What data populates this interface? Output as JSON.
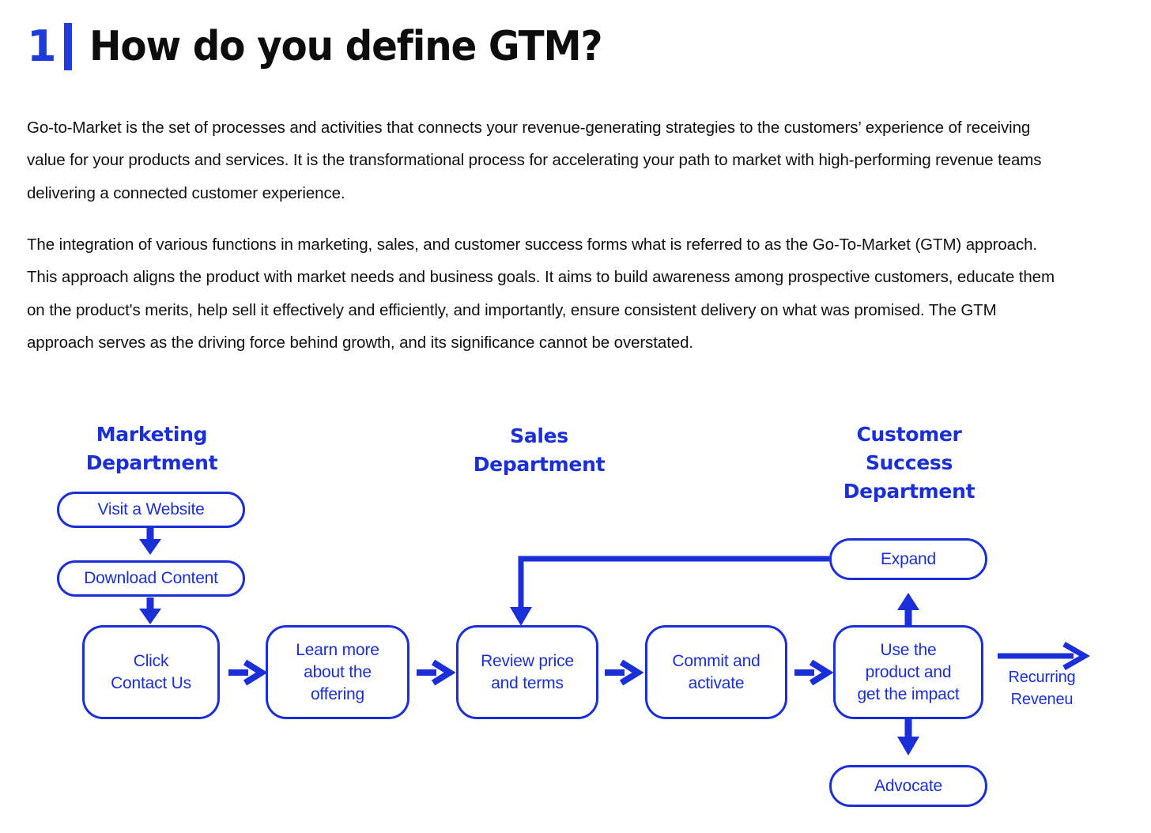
{
  "heading": {
    "number": "1",
    "title": "How do you define GTM?"
  },
  "colors": {
    "accent_blue": "#1f3cdb",
    "diagram_blue": "#1a2fd8",
    "text_black": "#111111",
    "background": "#ffffff"
  },
  "paragraphs": {
    "p1": "Go-to-Market is the set of processes and activities that connects your revenue-generating strategies to the customers’ experience of receiving value for your products and services. It is the transformational process for accelerating your path to market with high-performing revenue teams delivering a connected customer experience.",
    "p2": "The integration of various functions in marketing, sales, and customer success forms what is referred to as the Go-To-Market (GTM) approach. This approach aligns the product with market needs and business goals. It aims to build awareness among prospective customers, educate them on the product's merits, help sell it effectively and efficiently, and importantly, ensure consistent delivery on what was promised. The GTM approach serves as the driving force behind growth, and its significance cannot be overstated."
  },
  "diagram": {
    "departments": [
      {
        "id": "marketing",
        "label": "Marketing\nDepartment"
      },
      {
        "id": "sales",
        "label": "Sales\nDepartment"
      },
      {
        "id": "customer-success",
        "label": "Customer\nSuccess\nDepartment"
      }
    ],
    "nodes": [
      {
        "id": "visit-a-website",
        "label": "Visit a Website",
        "shape": "pill"
      },
      {
        "id": "download-content",
        "label": "Download Content",
        "shape": "pill"
      },
      {
        "id": "click-contact-us",
        "label": "Click\nContact Us",
        "shape": "rect"
      },
      {
        "id": "learn-more",
        "label": "Learn more\nabout the\noffering",
        "shape": "rect"
      },
      {
        "id": "review-price",
        "label": "Review price\nand terms",
        "shape": "rect"
      },
      {
        "id": "commit-activate",
        "label": "Commit and\nactivate",
        "shape": "rect"
      },
      {
        "id": "use-the-product",
        "label": "Use the\nproduct and\nget the impact",
        "shape": "rect"
      },
      {
        "id": "expand",
        "label": "Expand",
        "shape": "pill"
      },
      {
        "id": "advocate",
        "label": "Advocate",
        "shape": "pill"
      }
    ],
    "edge_labels": [
      {
        "id": "recurring-revenue",
        "label": "Recurring\nReveneu"
      }
    ],
    "connections": [
      {
        "from": "visit-a-website",
        "to": "download-content",
        "type": "arrow-down"
      },
      {
        "from": "download-content",
        "to": "click-contact-us",
        "type": "arrow-down"
      },
      {
        "from": "click-contact-us",
        "to": "learn-more",
        "type": "arrow-right"
      },
      {
        "from": "learn-more",
        "to": "review-price",
        "type": "arrow-right"
      },
      {
        "from": "review-price",
        "to": "commit-activate",
        "type": "arrow-right"
      },
      {
        "from": "commit-activate",
        "to": "use-the-product",
        "type": "arrow-right"
      },
      {
        "from": "use-the-product",
        "to": "expand",
        "type": "arrow-up"
      },
      {
        "from": "use-the-product",
        "to": "advocate",
        "type": "arrow-down"
      },
      {
        "from": "expand",
        "to": "review-price",
        "type": "feedback-loop"
      },
      {
        "from": "use-the-product",
        "to": "recurring-revenue",
        "type": "arrow-right-open"
      }
    ]
  }
}
